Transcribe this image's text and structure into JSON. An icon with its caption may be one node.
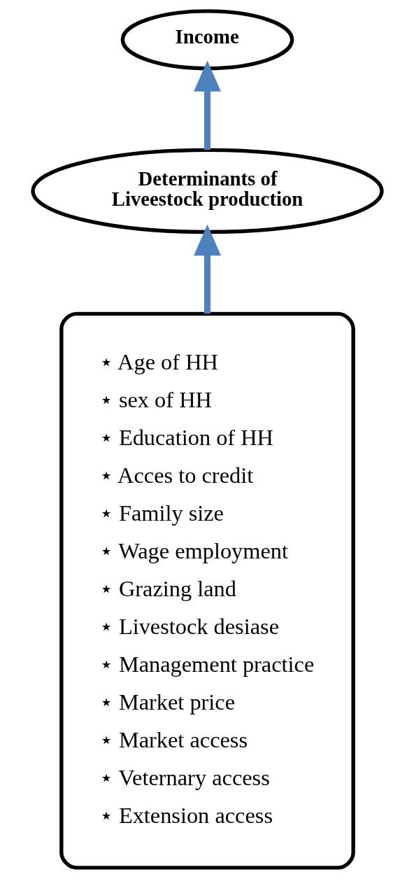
{
  "diagram": {
    "nodes": [
      {
        "text": [
          "Income"
        ]
      },
      {
        "text": [
          "Determinants of Liveestock production"
        ]
      },
      {
        "text": [
          "⋆ Age of HH",
          "⋆ sex of HH",
          "⋆ Education of HH",
          "⋆ Acces to credit",
          "⋆ Family size",
          "⋆ Wage employment",
          "⋆ Grazing land",
          "⋆ Livestock desiase",
          "⋆ Management practice",
          "⋆ Market price",
          "⋆ Market access",
          "⋆ Veternary access",
          "⋆ Extension access"
        ]
      }
    ],
    "edges": [
      {
        "from": 2,
        "to": 1,
        "arrow": "to"
      },
      {
        "from": 1,
        "to": 0,
        "arrow": "to"
      }
    ]
  }
}
